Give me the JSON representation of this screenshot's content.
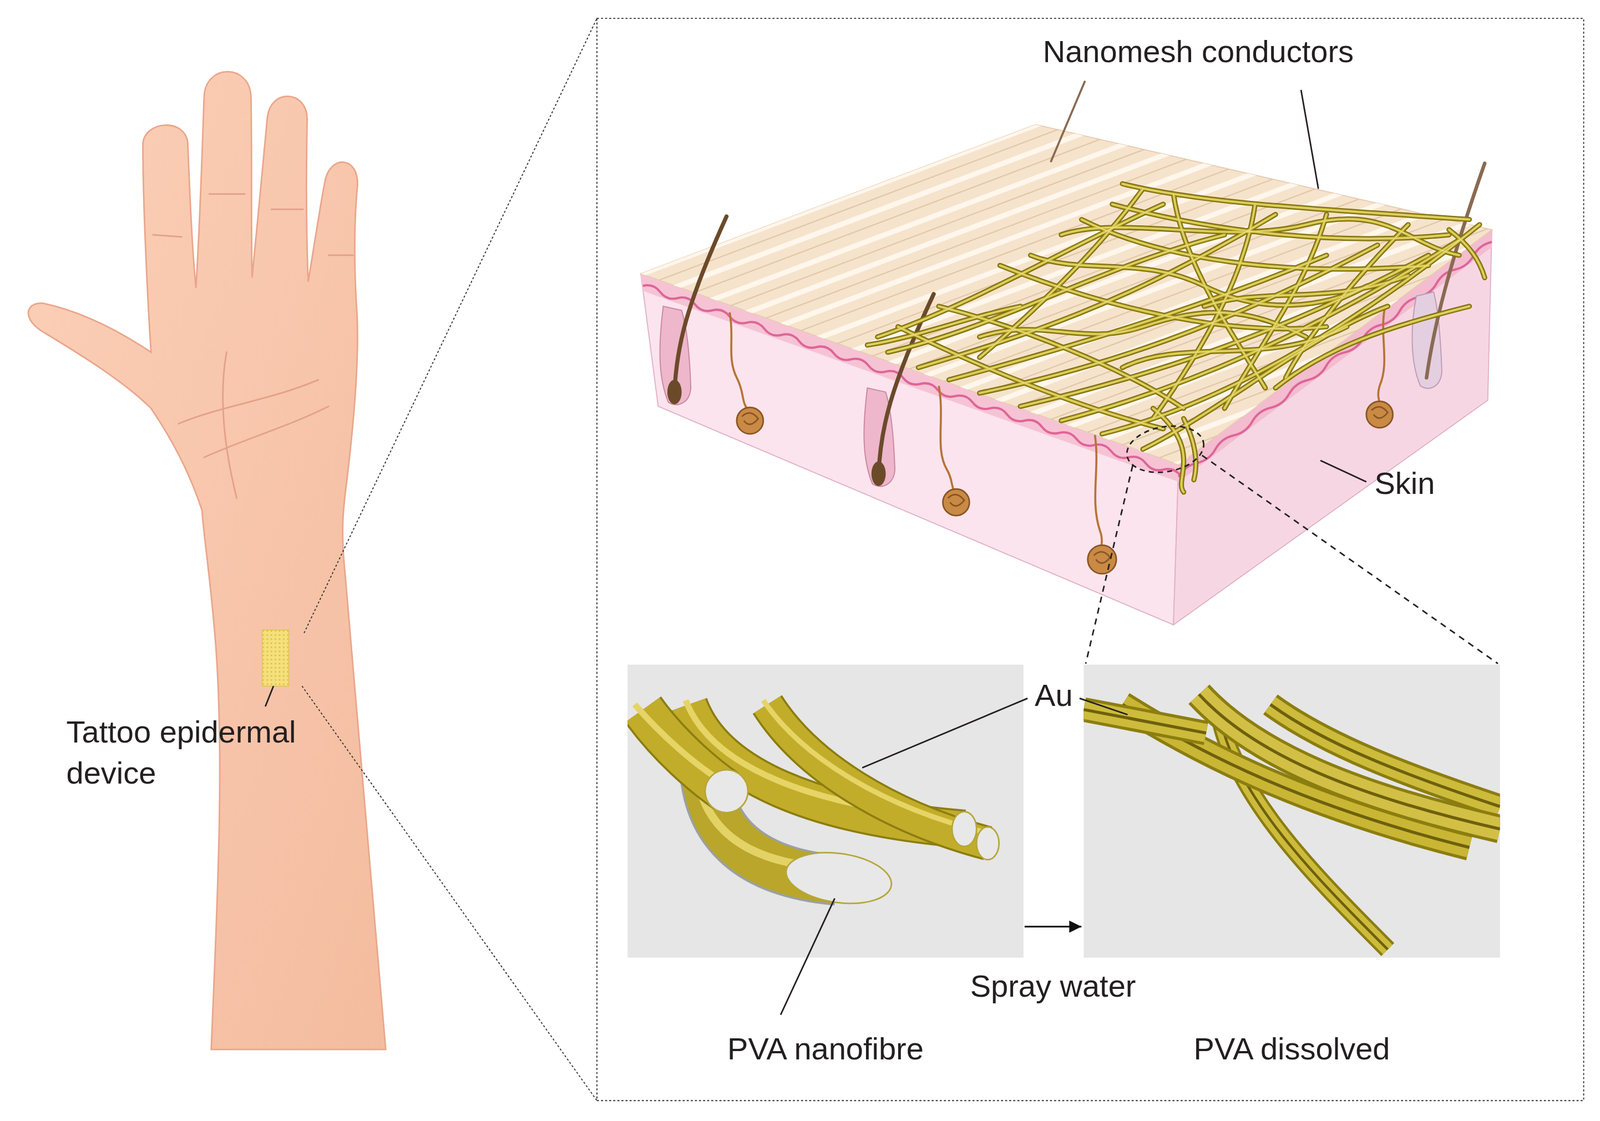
{
  "diagram": {
    "nodes": [
      {
        "text": [
          "PVA nanofibre"
        ]
      },
      {
        "text": [
          "PVA dissolved"
        ]
      }
    ],
    "edges": [
      {
        "from": 0,
        "to": 1,
        "arrow": "to",
        "label": "Spray water"
      }
    ],
    "labels": [
      "Nanomesh conductors",
      "Skin",
      "Au",
      "Tattoo epidermal device"
    ]
  }
}
